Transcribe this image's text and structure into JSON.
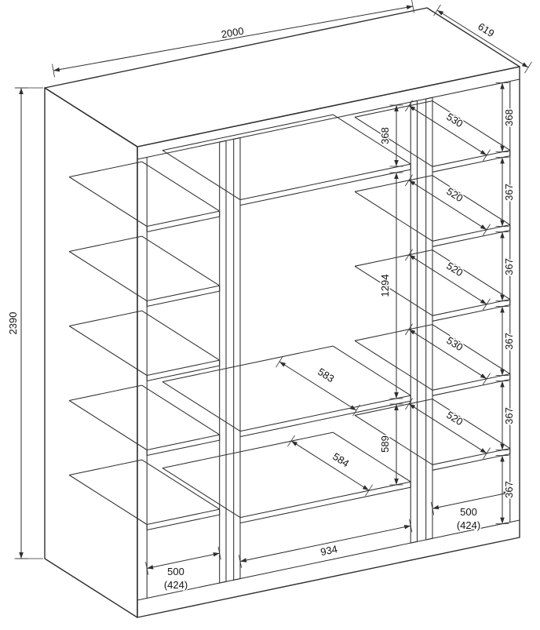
{
  "diagram": {
    "background": "#ffffff",
    "line_color": "#2f2f2f",
    "text_color": "#111111",
    "labels": {
      "overall_width": "2000",
      "overall_depth": "619",
      "overall_height": "2390",
      "middle_top_gap": "368",
      "middle_hanging_height": "1294",
      "middle_shelf_depth": "583",
      "middle_lower_gap": "589",
      "middle_bottom_depth": "584",
      "middle_width": "934",
      "left_width": "500",
      "left_width_secondary": "(424)",
      "right_width": "500",
      "right_width_secondary": "(424)",
      "right_gaps": [
        "368",
        "367",
        "367",
        "367",
        "367",
        "367"
      ],
      "right_shelf_depths": [
        "530",
        "520",
        "520",
        "530",
        "520"
      ]
    }
  }
}
